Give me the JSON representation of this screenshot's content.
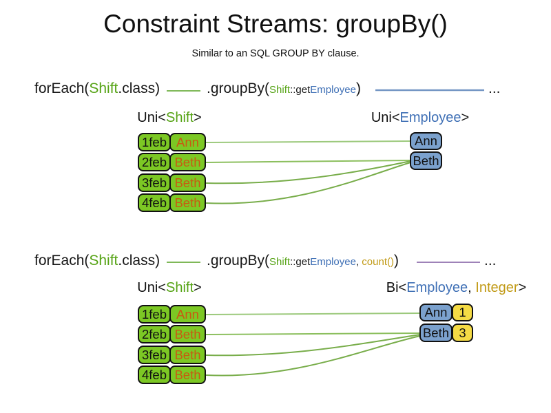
{
  "slide": {
    "title": "Constraint Streams: groupBy()",
    "subtitle": "Similar to an SQL GROUP BY clause."
  },
  "colors": {
    "type_green": "#55a314",
    "type_blue": "#3e6fb5",
    "type_gold": "#c19a16",
    "value_orange": "#c75b12",
    "box_green": "#7cc824",
    "box_blue": "#7ba1cd",
    "box_yellow": "#f5db45",
    "line_green": "#8cbf5e",
    "line_blue": "#7496c4",
    "line_purple": "#9e82b8"
  },
  "pipeline1": {
    "foreach_pre": "forEach(",
    "foreach_type": "Shift",
    "foreach_post": ".class)",
    "groupby_pre": ".groupBy(",
    "arg_type": "Shift",
    "arg_mid": "::get",
    "arg_prop": "Employee",
    "groupby_post": ")",
    "ellipsis": "..."
  },
  "pipeline2": {
    "foreach_pre": "forEach(",
    "foreach_type": "Shift",
    "foreach_post": ".class)",
    "groupby_pre": ".groupBy(",
    "arg_type": "Shift",
    "arg_mid": "::get",
    "arg_prop": "Employee",
    "arg_sep": ", ",
    "arg_count": "count()",
    "groupby_post": ")",
    "ellipsis": "..."
  },
  "diagram1": {
    "left_header": {
      "pre": "Uni<",
      "type": "Shift",
      "post": ">"
    },
    "right_header": {
      "pre": "Uni<",
      "type": "Employee",
      "post": ">"
    },
    "rows": [
      {
        "date": "1feb",
        "employee": "Ann"
      },
      {
        "date": "2feb",
        "employee": "Beth"
      },
      {
        "date": "3feb",
        "employee": "Beth"
      },
      {
        "date": "4feb",
        "employee": "Beth"
      }
    ],
    "groups": [
      {
        "name": "Ann"
      },
      {
        "name": "Beth"
      }
    ]
  },
  "diagram2": {
    "left_header": {
      "pre": "Uni<",
      "type": "Shift",
      "post": ">"
    },
    "right_header": {
      "pre": "Bi<",
      "type1": "Employee",
      "sep": ", ",
      "type2": "Integer",
      "post": ">"
    },
    "rows": [
      {
        "date": "1feb",
        "employee": "Ann"
      },
      {
        "date": "2feb",
        "employee": "Beth"
      },
      {
        "date": "3feb",
        "employee": "Beth"
      },
      {
        "date": "4feb",
        "employee": "Beth"
      }
    ],
    "groups": [
      {
        "name": "Ann",
        "count": "1"
      },
      {
        "name": "Beth",
        "count": "3"
      }
    ]
  }
}
